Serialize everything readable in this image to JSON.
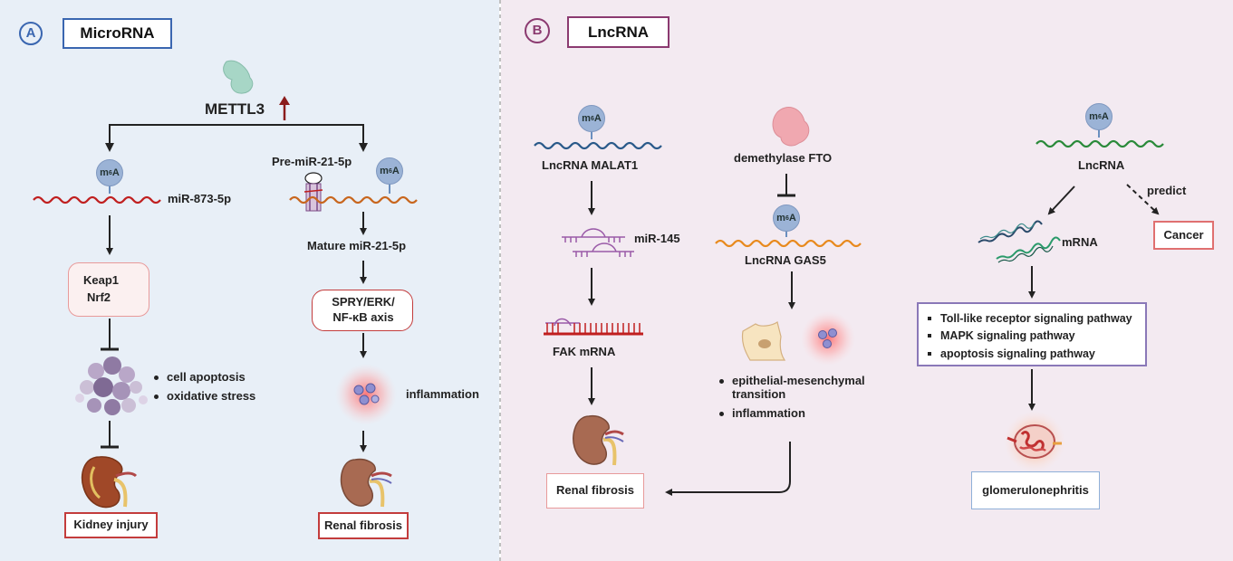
{
  "panel_a": {
    "letter": "A",
    "title": "MicroRNA",
    "enzyme": "METTL3",
    "m6a": "m6A",
    "mirna_left": "miR-873-5p",
    "keap1": "Keap1",
    "nrf2": "Nrf2",
    "effects": [
      "cell apoptosis",
      "oxidative stress"
    ],
    "outcome_left": "Kidney injury",
    "pre_mirna": "Pre-miR-21-5p",
    "mature_mirna": "Mature miR-21-5p",
    "axis_line1": "SPRY/ERK/",
    "axis_line2": "NF-κB axis",
    "inflammation": "inflammation",
    "outcome_right": "Renal fibrosis"
  },
  "panel_b": {
    "letter": "B",
    "title": "LncRNA",
    "malat1": "LncRNA MALAT1",
    "mir145": "miR-145",
    "fak": "FAK mRNA",
    "renal_fibrosis": "Renal fibrosis",
    "fto": "demethylase FTO",
    "gas5": "LncRNA GAS5",
    "gas5_effects": [
      "epithelial-mesenchymal",
      "transition",
      "inflammation"
    ],
    "lncrna": "LncRNA",
    "predict": "predict",
    "cancer": "Cancer",
    "mrna": "mRNA",
    "pathways": [
      "Toll-like receptor signaling pathway",
      "MAPK signaling pathway",
      " apoptosis signaling pathway"
    ],
    "glomerulonephritis": "glomerulonephritis"
  },
  "colors": {
    "panel_a_bg": "#e8eff7",
    "panel_b_bg": "#f3eaf1",
    "panel_a_accent": "#3a66b0",
    "panel_b_accent": "#8b3a70",
    "red_box": "#c33c3c",
    "pink_box": "#e89a9a",
    "purple_box": "#8a78b8",
    "blue_box": "#8fb0d8"
  }
}
